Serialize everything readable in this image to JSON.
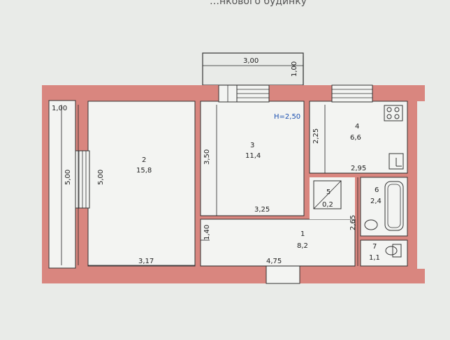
{
  "header_text": "…нкового будинку",
  "ceiling_height": "H=2,50",
  "rooms": [
    {
      "number": "1",
      "area": "8,2"
    },
    {
      "number": "2",
      "area": "15,8"
    },
    {
      "number": "3",
      "area": "11,4"
    },
    {
      "number": "4",
      "area": "6,6"
    },
    {
      "number": "5",
      "area": "0,2"
    },
    {
      "number": "6",
      "area": "2,4"
    },
    {
      "number": "7",
      "area": "1,1"
    }
  ],
  "dimensions": {
    "balcony_width": "3,00",
    "balcony_depth": "1,00",
    "loggia_width": "1,00",
    "loggia_length": "5,00",
    "room2_depth": "5,00",
    "room2_width": "3,17",
    "room3_depth": "3,50",
    "room3_width": "3,25",
    "room4_depth": "2,25",
    "room4_width": "2,95",
    "hall_depth": "1,40",
    "hall_width": "4,75",
    "bath_depth": "2,65"
  },
  "colors": {
    "wall": "#d9867f",
    "paper": "#f3f4f2",
    "line": "#1e1e1e",
    "accent": "#1a4fb0"
  }
}
